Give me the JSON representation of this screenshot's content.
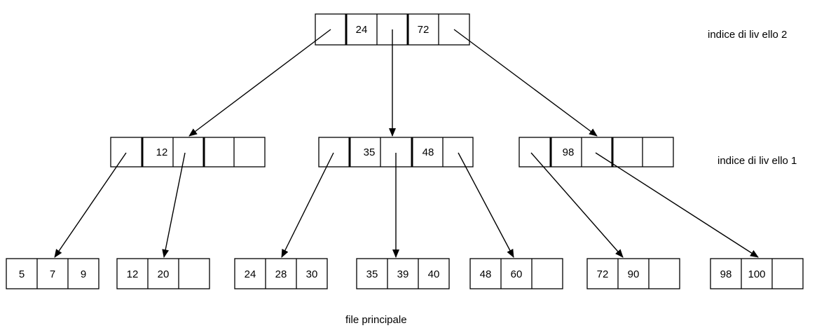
{
  "labels": {
    "level2": "indice di liv ello 2",
    "level1": "indice di liv ello 1",
    "main": "file principale"
  },
  "level2_index": {
    "keys": [
      "24",
      "72"
    ]
  },
  "level1_index": [
    {
      "keys": [
        "12",
        "",
        ""
      ]
    },
    {
      "keys": [
        "35",
        "48"
      ]
    },
    {
      "keys": [
        "98",
        "",
        ""
      ]
    }
  ],
  "main_file": [
    {
      "values": [
        "5",
        "7",
        "9"
      ]
    },
    {
      "values": [
        "12",
        "20",
        ""
      ]
    },
    {
      "values": [
        "24",
        "28",
        "30"
      ]
    },
    {
      "values": [
        "35",
        "39",
        "40"
      ]
    },
    {
      "values": [
        "48",
        "60",
        ""
      ]
    },
    {
      "values": [
        "72",
        "90",
        ""
      ]
    },
    {
      "values": [
        "98",
        "100",
        ""
      ]
    }
  ],
  "colors": {
    "stroke": "#000000",
    "background": "#ffffff"
  }
}
